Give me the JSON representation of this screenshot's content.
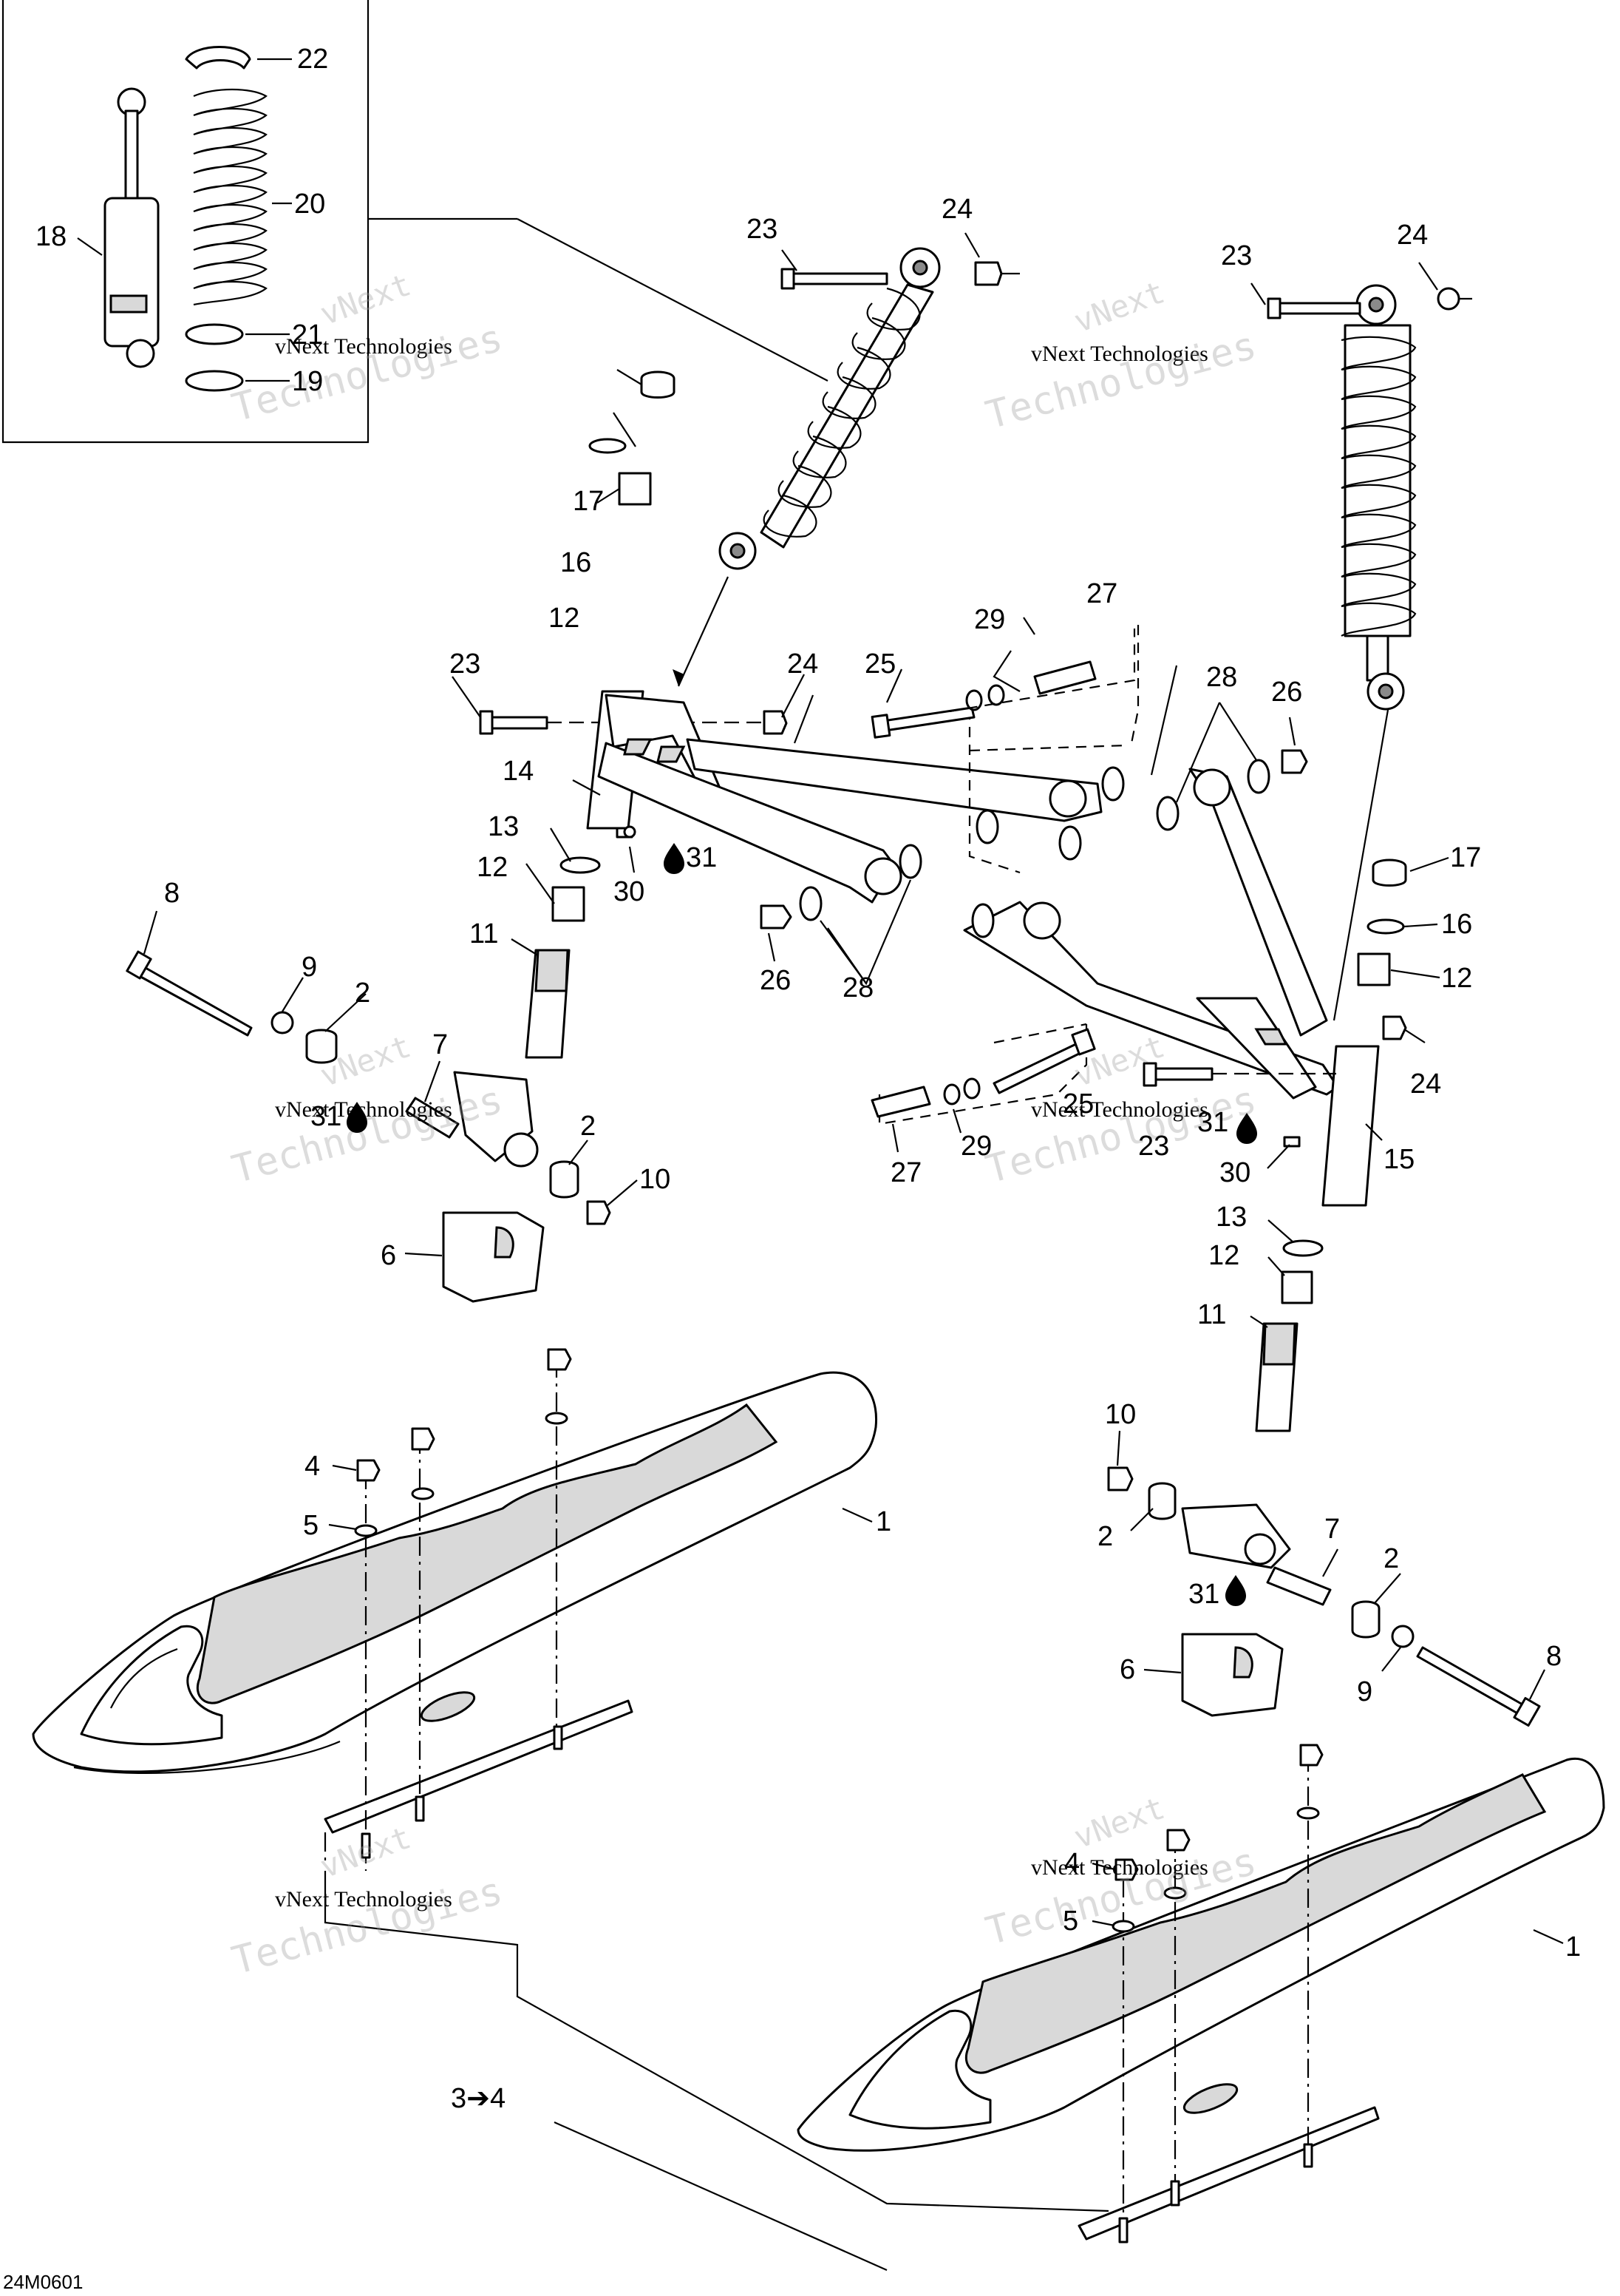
{
  "drawing_code": "24M0601",
  "watermark": {
    "brand_small": "vNext Technologies",
    "brand_big_1": "vNext",
    "brand_big_2": "Technologies"
  },
  "callouts": {
    "c22": "22",
    "c20": "20",
    "c18": "18",
    "c21": "21",
    "c19": "19",
    "c23a": "23",
    "c24a": "24",
    "c23b": "23",
    "c24b": "24",
    "c17a": "17",
    "c16a": "16",
    "c12a": "12",
    "c23c": "23",
    "c24c": "24",
    "c14": "14",
    "c13a": "13",
    "c12b": "12",
    "c30a": "30",
    "c31a": "31",
    "c25a": "25",
    "c29a": "29",
    "c27a": "27",
    "c28a": "28",
    "c26a": "26",
    "c26b": "26",
    "c28b": "28",
    "c8a": "8",
    "c9a": "9",
    "c2a": "2",
    "c7a": "7",
    "c31b": "31",
    "c11a": "11",
    "c2b": "2",
    "c10a": "10",
    "c6a": "6",
    "c17b": "17",
    "c16b": "16",
    "c12c": "12",
    "c24d": "24",
    "c25b": "25",
    "c23d": "23",
    "c31c": "31",
    "c30b": "30",
    "c15": "15",
    "c29b": "29",
    "c27b": "27",
    "c13b": "13",
    "c12d": "12",
    "c11b": "11",
    "c10b": "10",
    "c2c": "2",
    "c7b": "7",
    "c2d": "2",
    "c31d": "31",
    "c6b": "6",
    "c9b": "9",
    "c8b": "8",
    "c4a": "4",
    "c5a": "5",
    "c1a": "1",
    "c4b": "4",
    "c5b": "5",
    "c1b": "1",
    "c34": "3➔4"
  }
}
